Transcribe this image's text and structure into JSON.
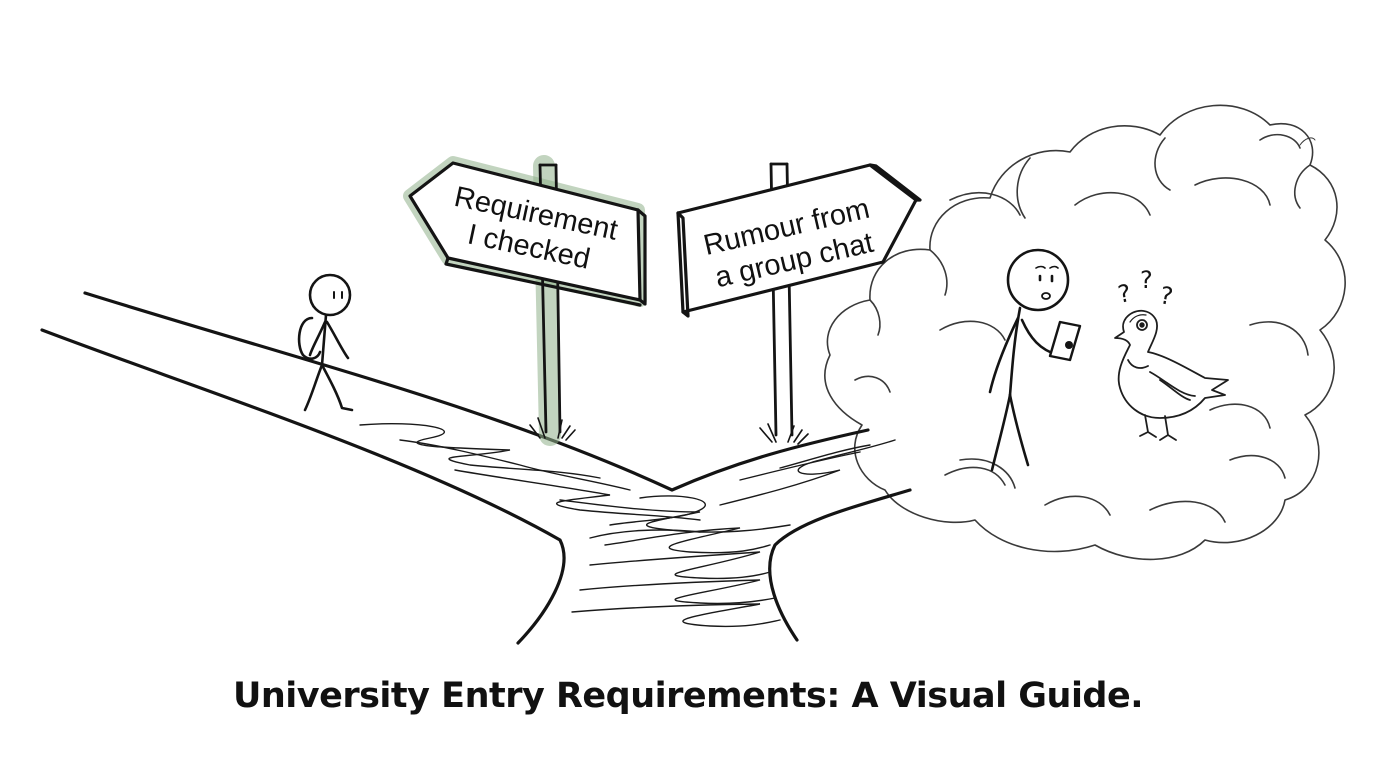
{
  "caption": "University Entry Requirements: A Visual Guide.",
  "signs": [
    {
      "line1": "Requirement",
      "line2": "I checked",
      "points": "left",
      "highlighted": true
    },
    {
      "line1": "Rumour from",
      "line2": "a group chat",
      "points": "right",
      "highlighted": false
    }
  ],
  "question_marks": [
    "?",
    "?",
    "?"
  ],
  "colors": {
    "ink": "#141414",
    "highlight": "#8fb08a",
    "cloud_ink": "#3a3a3a",
    "background": "#ffffff"
  },
  "icons": [
    "student-walking",
    "confused-person-with-phone",
    "confused-pigeon",
    "rumour-cloud"
  ]
}
